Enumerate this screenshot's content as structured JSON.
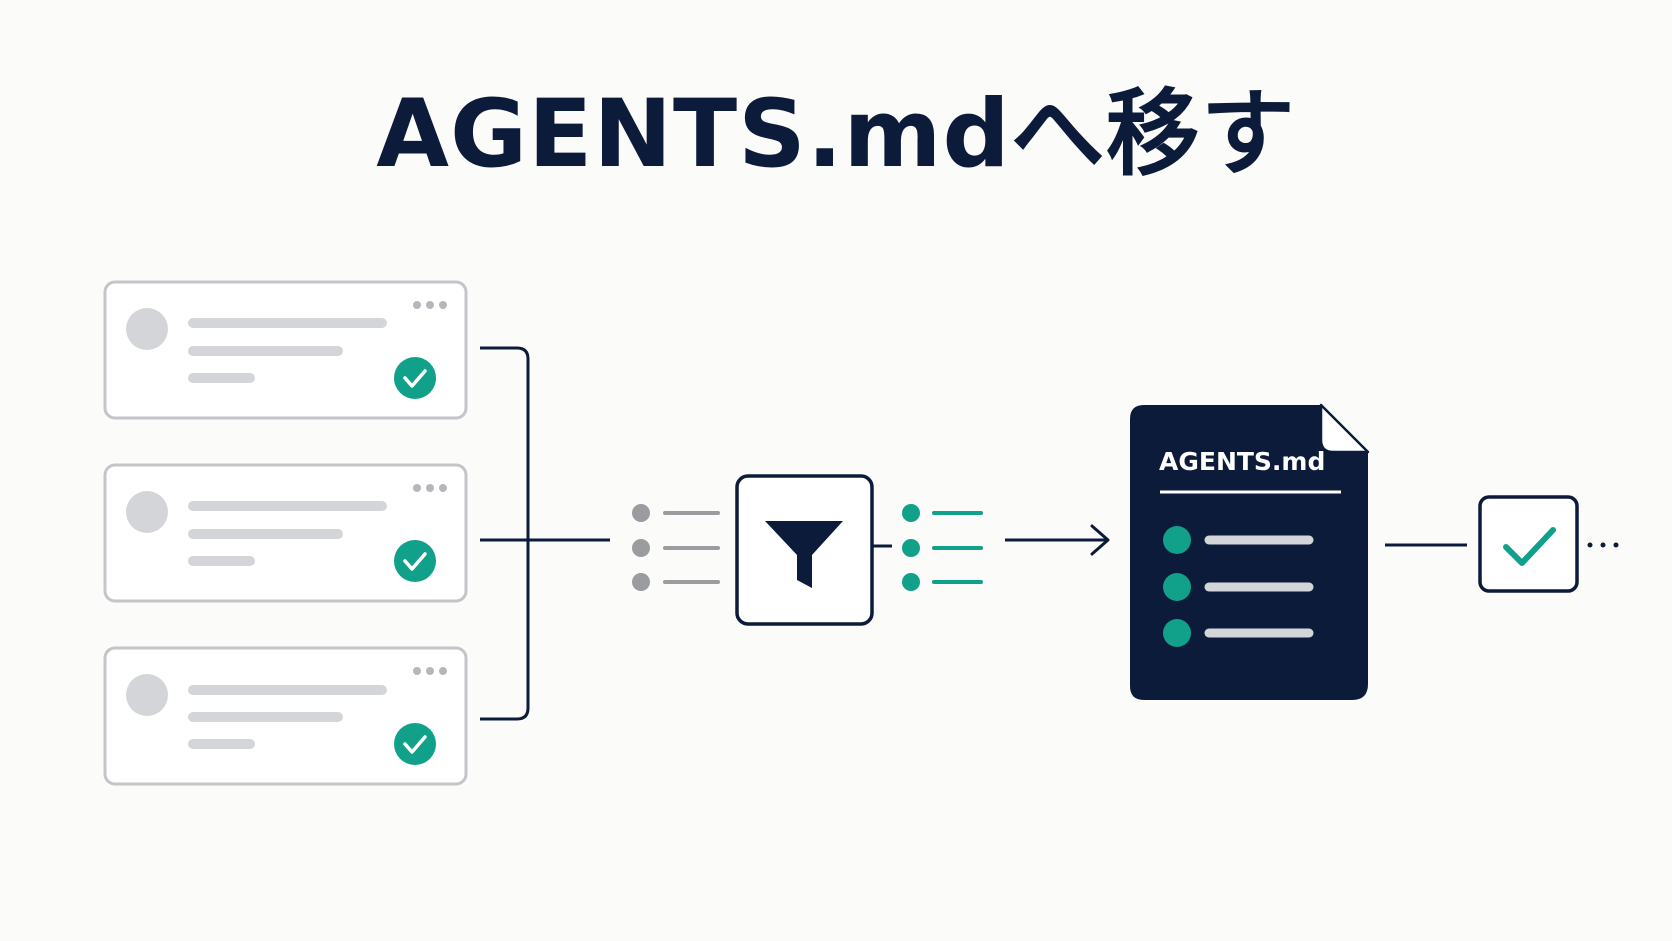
{
  "title": "AGENTS.mdへ移す",
  "document": {
    "label": "AGENTS.md"
  },
  "colors": {
    "ink": "#0d1b3a",
    "accent": "#11a08a",
    "card_border": "#c3c5c9",
    "placeholder": "#d3d5d9",
    "background": "#fbfbf9"
  },
  "icons": {
    "card_status": "check-circle-icon",
    "card_menu": "more-horizontal-icon",
    "filter": "funnel-icon",
    "result": "checkbox-checked-icon"
  },
  "cards": [
    {
      "status": "checked"
    },
    {
      "status": "checked"
    },
    {
      "status": "checked"
    }
  ]
}
